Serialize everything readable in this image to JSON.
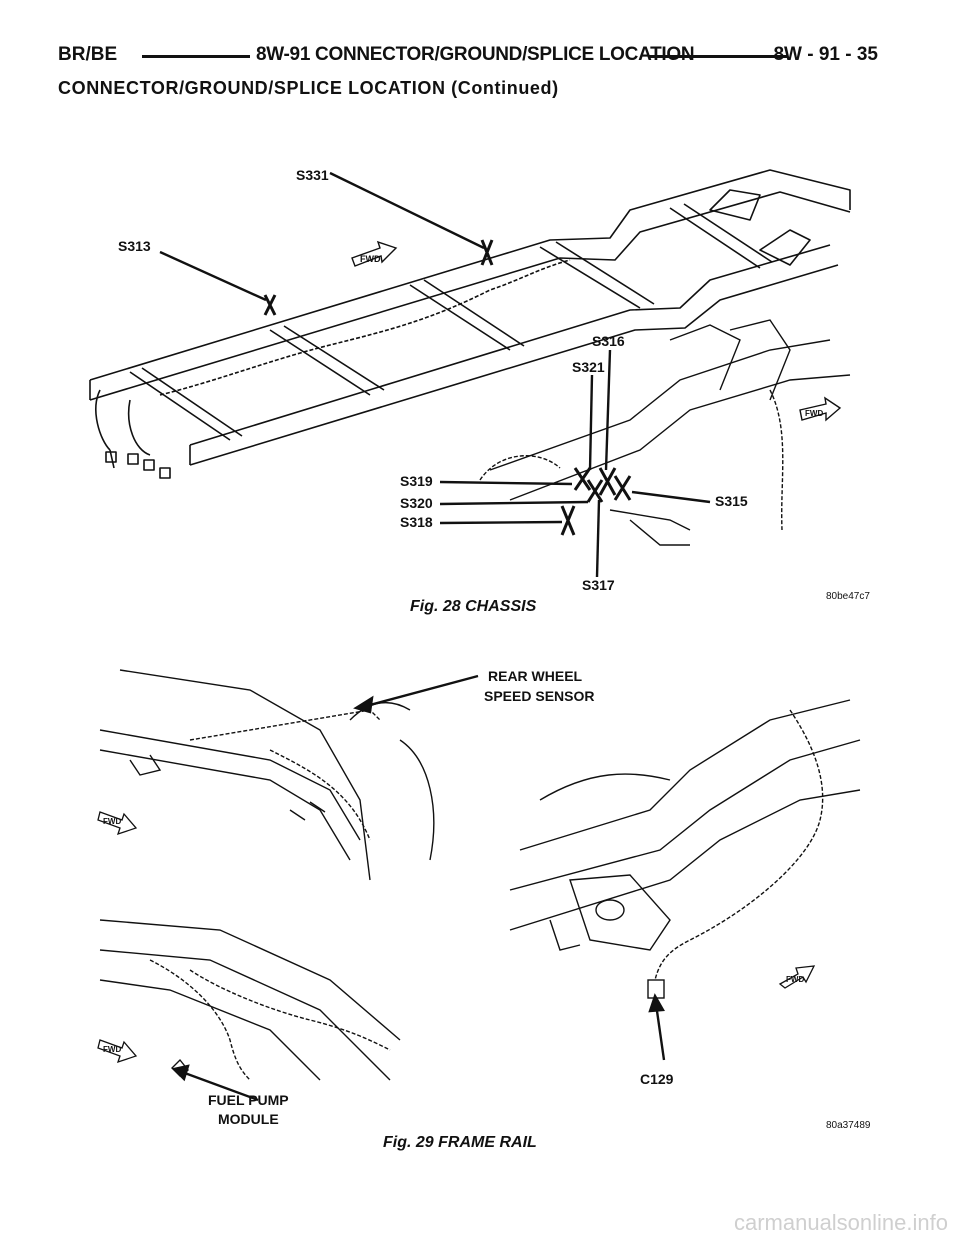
{
  "header": {
    "left": "BR/BE",
    "center": "8W-91 CONNECTOR/GROUND/SPLICE LOCATION",
    "right": "8W - 91 - 35"
  },
  "section_title": "CONNECTOR/GROUND/SPLICE LOCATION (Continued)",
  "figure28": {
    "caption": "Fig. 28 CHASSIS",
    "image_code": "80be47c7",
    "labels": {
      "s331": "S331",
      "s313": "S313",
      "s316": "S316",
      "s321": "S321",
      "s319": "S319",
      "s320": "S320",
      "s318": "S318",
      "s315": "S315",
      "s317": "S317"
    },
    "fwd": "FWD"
  },
  "figure29": {
    "caption": "Fig. 29 FRAME RAIL",
    "image_code": "80a37489",
    "labels": {
      "rear_wheel_1": "REAR WHEEL",
      "rear_wheel_2": "SPEED SENSOR",
      "fuel_pump_1": "FUEL PUMP",
      "fuel_pump_2": "MODULE",
      "c129": "C129"
    },
    "fwd": "FWD"
  },
  "footer": "carmanualsonline.info"
}
